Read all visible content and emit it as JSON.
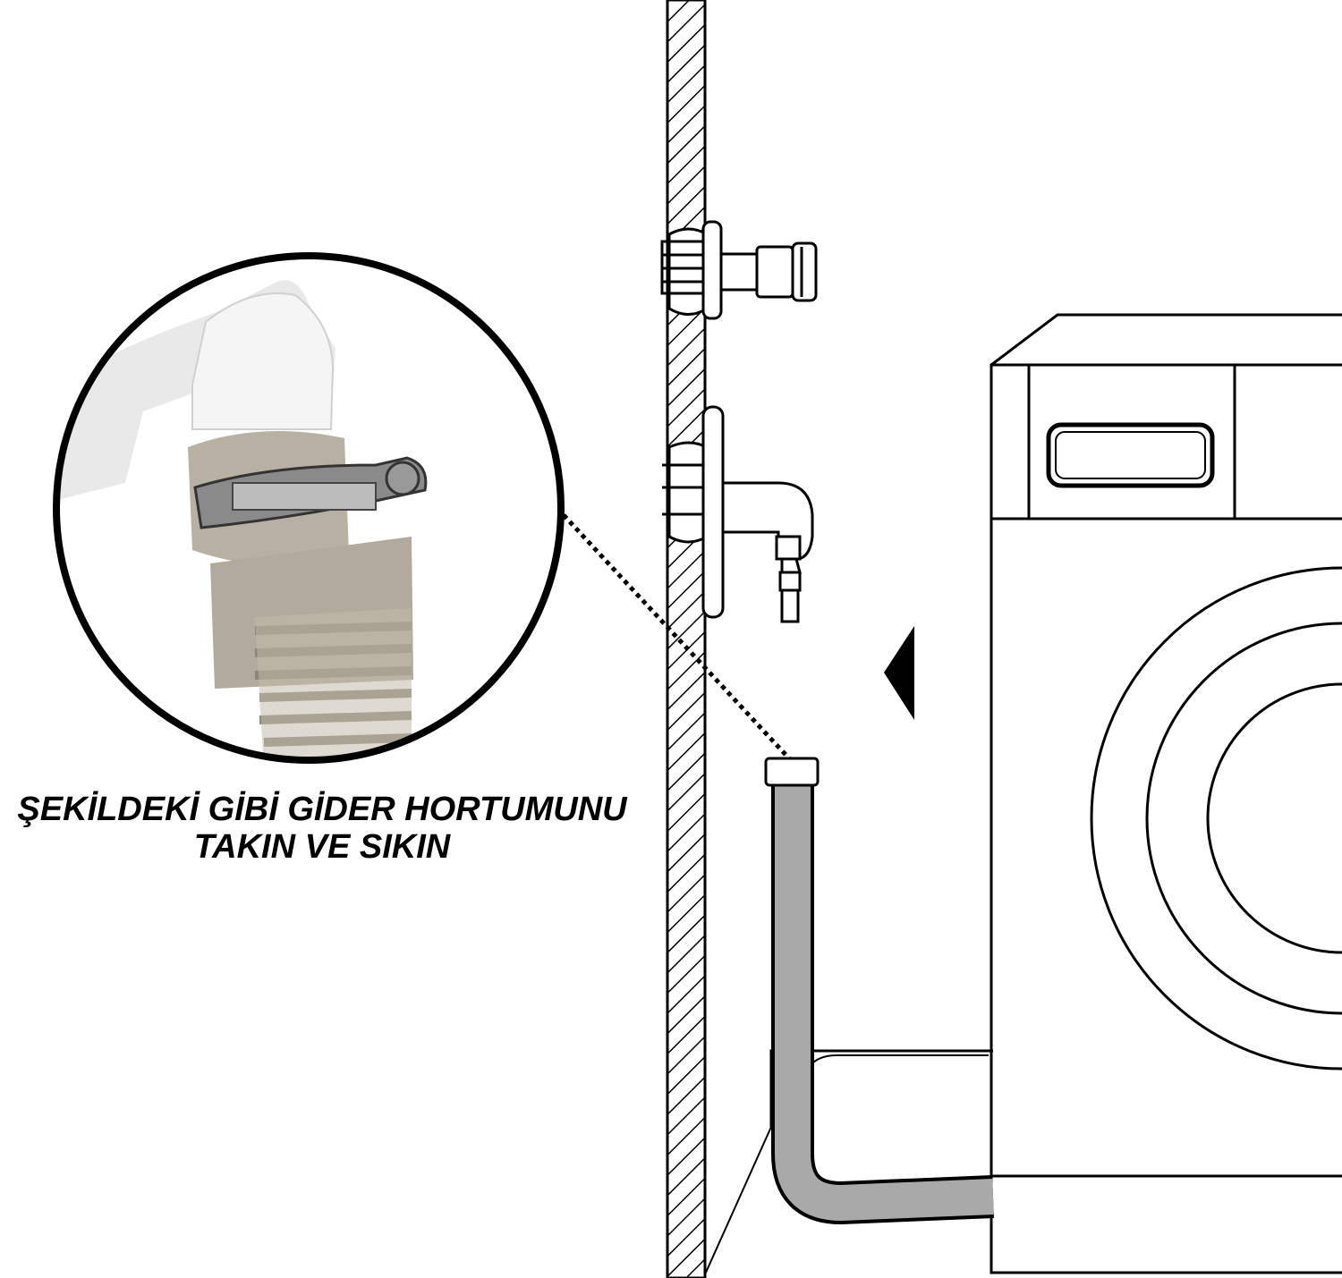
{
  "caption": {
    "line1": "ŞEKİLDEKİ  GİBİ GİDER HORTUMUNU",
    "line2": "TAKIN VE SIKIN"
  },
  "colors": {
    "outline": "#000000",
    "fitting": "#b8b0a2",
    "elbow": "#f2f2f2",
    "hose": "#a9a9a9",
    "clamp": "#8a8a8a"
  },
  "icons": [
    "wall-hatch",
    "water-tap",
    "drain-elbow",
    "washing-machine",
    "drain-hose",
    "zoom-magnifier-circle",
    "hose-clamp"
  ]
}
